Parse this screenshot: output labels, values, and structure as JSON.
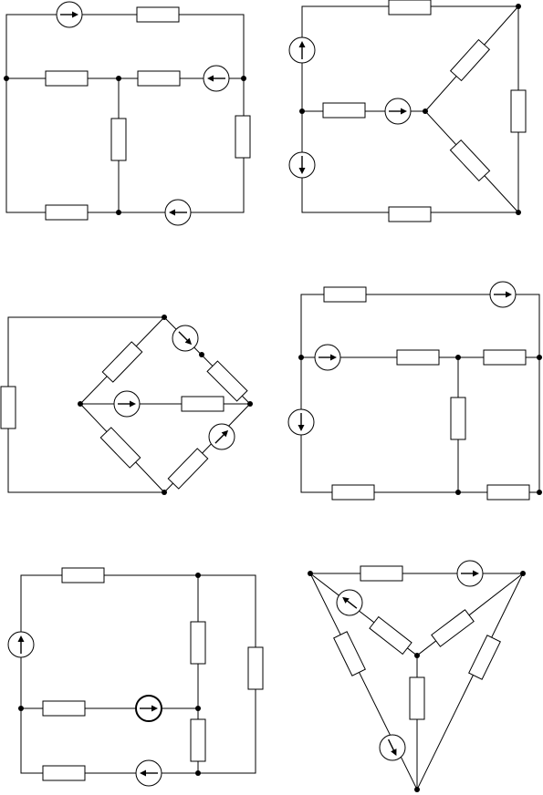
{
  "figure": {
    "panels": [
      "circuit-1",
      "circuit-2",
      "circuit-3",
      "circuit-4",
      "circuit-5",
      "circuit-6"
    ]
  },
  "colors": {
    "ink": "#000000",
    "paper": "#ffffff"
  }
}
